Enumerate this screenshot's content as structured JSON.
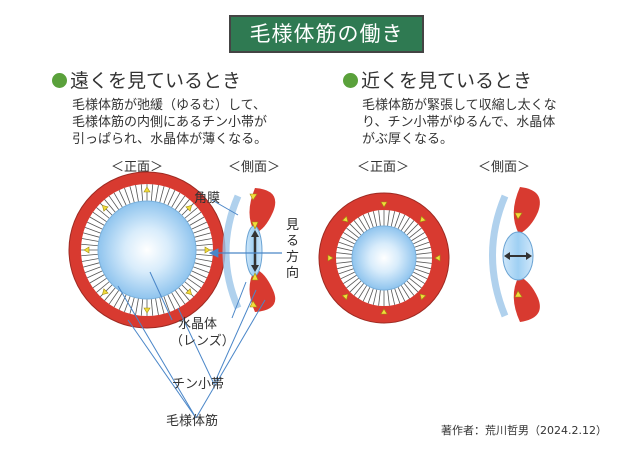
{
  "title": "毛様体筋の働き",
  "left": {
    "heading": "遠くを見ているとき",
    "description": [
      "毛様体筋が弛緩（ゆるむ）して、",
      "毛様体筋の内側にあるチン小帯が",
      "引っぱられ、水晶体が薄くなる。"
    ],
    "front_label": "＜正面＞",
    "side_label": "＜側面＞"
  },
  "right": {
    "heading": "近くを見ているとき",
    "description": [
      "毛様体筋が緊張して収縮し太くな",
      "り、チン小帯がゆるんで、水晶体",
      "がぶ厚くなる。"
    ],
    "front_label": "＜正面＞",
    "side_label": "＜側面＞"
  },
  "labels": {
    "cornea": "角膜",
    "view_direction": "見る方向",
    "lens": "水晶体",
    "lens_sub": "（レンズ）",
    "zonule": "チン小帯",
    "ciliary": "毛様体筋"
  },
  "author": "著作者：荒川哲男（2024.2.12）",
  "colors": {
    "title_bg": "#2f7a52",
    "bullet": "#5aa13b",
    "ciliary_muscle": "#d83a30",
    "lens": "#a9d4f2",
    "arrow": "#f2dc3c",
    "pointer": "#4a86c8"
  }
}
